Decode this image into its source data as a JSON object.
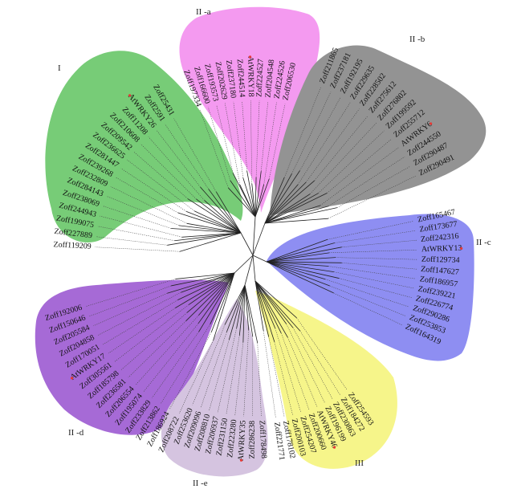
{
  "colors": {
    "I": "#77cc77",
    "IIa": "#f49af0",
    "IIb": "#939393",
    "IIc": "#8e8ef2",
    "IId": "#a66ad6",
    "IIe": "#d5c4e0",
    "III": "#f6f58a",
    "star": "#e53935"
  },
  "groups": [
    {
      "id": "I",
      "label": "I",
      "leaves": [
        "Zoff25431",
        "Zoff2591",
        "AtWRKY26",
        "Zoff11208",
        "Zoff210608",
        "Zoff209542",
        "Zoff236625",
        "Zoff281447",
        "Zoff239268",
        "Zoff232809",
        "Zoff284143",
        "Zoff238069",
        "Zoff244943",
        "Zoff199075",
        "Zoff227889",
        "Zoff119209"
      ]
    },
    {
      "id": "IIa",
      "label": "II -a",
      "leaves": [
        "Zoff197334",
        "Zoff166600",
        "Zoff193573",
        "Zoff202629",
        "Zoff237180",
        "Zoff244514",
        "AtWRKY18",
        "Zoff224527",
        "Zoff204548",
        "Zoff224526",
        "Zoff206530"
      ]
    },
    {
      "id": "IIb",
      "label": "II -b",
      "leaves": [
        "Zoff211865",
        "Zoff237181",
        "Zoff192195",
        "Zoff229635",
        "Zoff228502",
        "Zoff275612",
        "Zoff276802",
        "Zoff199592",
        "Zoff255712",
        "AtWRKY6",
        "Zoff244550",
        "Zoff290487",
        "Zoff290491"
      ]
    },
    {
      "id": "IIc",
      "label": "II -c",
      "leaves": [
        "Zoff165467",
        "Zoff173677",
        "Zoff242316",
        "AtWRKY13",
        "Zoff129734",
        "Zoff147627",
        "Zoff186957",
        "Zoff239221",
        "Zoff226774",
        "Zoff290286",
        "Zoff253853",
        "Zoff164319"
      ]
    },
    {
      "id": "IId",
      "label": "II -d",
      "leaves": [
        "Zoff192006",
        "Zoff150646",
        "Zoff205584",
        "Zoff204858",
        "Zoff170051",
        "AtWRKY17",
        "Zoff305561",
        "Zoff185798",
        "Zoff236581",
        "Zoff206554",
        "Zoff195074",
        "Zoff233829",
        "Zoff213862",
        "Zoff186924",
        "Zoff208722"
      ]
    },
    {
      "id": "IIe",
      "label": "II -e",
      "leaves": [
        "Zoff253620",
        "Zoff209096",
        "Zoff208810",
        "Zoff206937",
        "Zoff231150",
        "Zoff223280",
        "AtWRKY35",
        "Zoff286238",
        "Zoff178498"
      ]
    },
    {
      "id": "III",
      "label": "III",
      "leaves": [
        "Zoff221771",
        "Zoff178102",
        "Zoff200103",
        "Zoff254207",
        "Zoff200660",
        "AtWRKY46",
        "Zoff196199",
        "Zoff230863",
        "Zoff184272",
        "Zoff254593"
      ]
    }
  ],
  "starred": [
    "AtWRKY26",
    "AtWRKY18",
    "AtWRKY6",
    "AtWRKY13",
    "AtWRKY17",
    "AtWRKY35",
    "AtWRKY46"
  ]
}
